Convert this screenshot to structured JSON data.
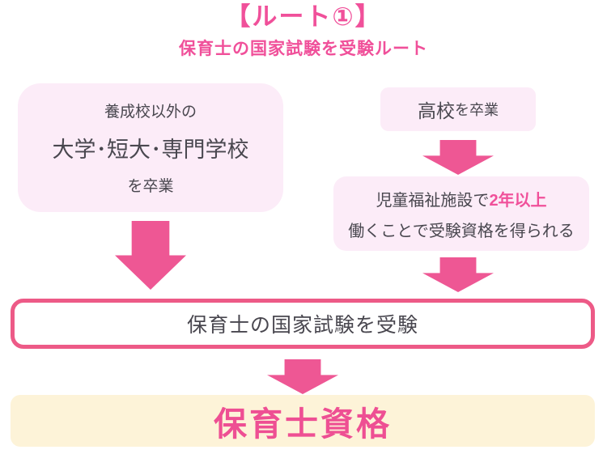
{
  "header": {
    "title": "【ルート①】",
    "subtitle": "保育士の国家試験を受験ルート"
  },
  "flow": {
    "left_box": {
      "line1": "養成校以外の",
      "line2": "大学･短大･専門学校",
      "line3": "を卒業"
    },
    "right_box_top": {
      "emphasis": "高校",
      "rest": "を卒業"
    },
    "right_box_mid": {
      "line1_text": "児童福祉施設で",
      "line1_highlight": "2年以上",
      "line2": "働くことで受験資格を得られる"
    },
    "exam_box": {
      "label": "保育士の国家試験を受験"
    },
    "result_box": {
      "label": "保育士資格"
    }
  },
  "icons": {
    "left_arrow": "down-block-arrow",
    "right_arrow_1": "down-block-arrow",
    "right_arrow_2": "down-block-arrow",
    "bottom_arrow": "down-block-arrow"
  },
  "colors": {
    "accent_pink": "#EE5794",
    "title_pink": "#F0509A",
    "border_pink": "#ED5A87",
    "soft_pink_bg": "#FCECF8",
    "cream_bg": "#FDF3D8",
    "dark_text": "#49474F",
    "white": "#FFFFFF"
  }
}
